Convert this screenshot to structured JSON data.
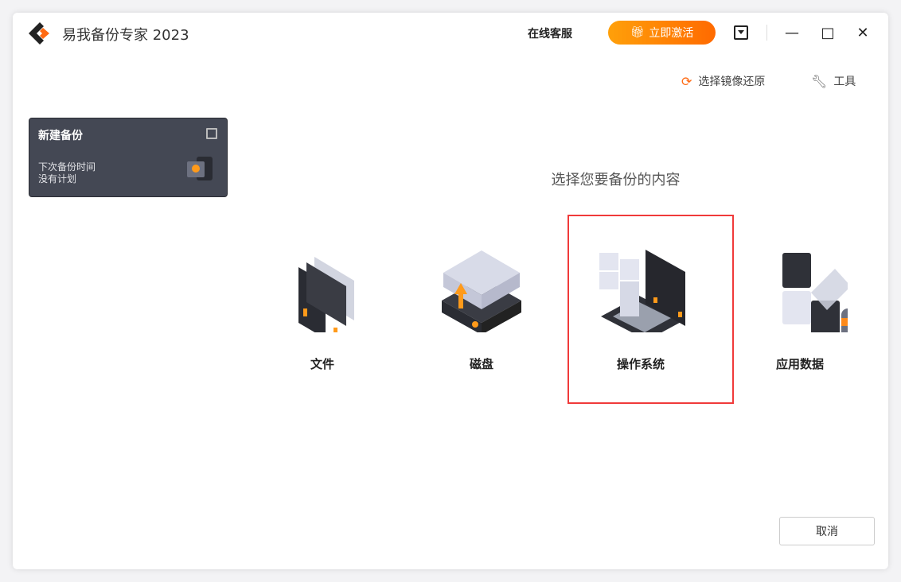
{
  "app": {
    "title": "易我备份专家 2023"
  },
  "header": {
    "service": "在线客服",
    "activate": "立即激活"
  },
  "toolbar": {
    "restore_image": "选择镜像还原",
    "tools": "工具"
  },
  "card": {
    "title": "新建备份",
    "next_label": "下次备份时间",
    "next_value": "没有计划"
  },
  "main": {
    "prompt": "选择您要备份的内容",
    "options": [
      {
        "label": "文件"
      },
      {
        "label": "磁盘"
      },
      {
        "label": "操作系统",
        "selected": true
      },
      {
        "label": "应用数据"
      }
    ]
  },
  "footer": {
    "cancel": "取消"
  },
  "colors": {
    "accent": "#ff7a00",
    "selection": "#f03a3a",
    "card": "#444854"
  }
}
